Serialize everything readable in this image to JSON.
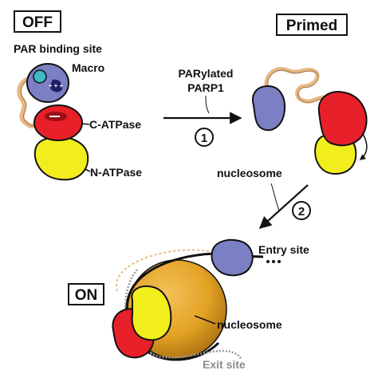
{
  "states": {
    "off": "OFF",
    "primed": "Primed",
    "on": "ON"
  },
  "labels": {
    "par_binding_site": "PAR binding site",
    "macro": "Macro",
    "c_atpase": "C-ATPase",
    "n_atpase": "N-ATPase",
    "parylated_line1": "PARylated",
    "parylated_line2": "PARP1",
    "nucleosome_top": "nucleosome",
    "entry_site": "Entry site",
    "nucleosome_bottom": "nucleosome",
    "exit_site": "Exit site"
  },
  "steps": {
    "step1": "1",
    "step2": "2"
  },
  "macro_charges": "+ + +",
  "colors": {
    "macro": "#7b7fc4",
    "par_site": "#3fb7c4",
    "c_atpase": "#e8202a",
    "n_atpase": "#f2ee1d",
    "nucleosome": "#e3a224",
    "linker": "#e8b882",
    "dna_gray": "#9a9a9a"
  }
}
